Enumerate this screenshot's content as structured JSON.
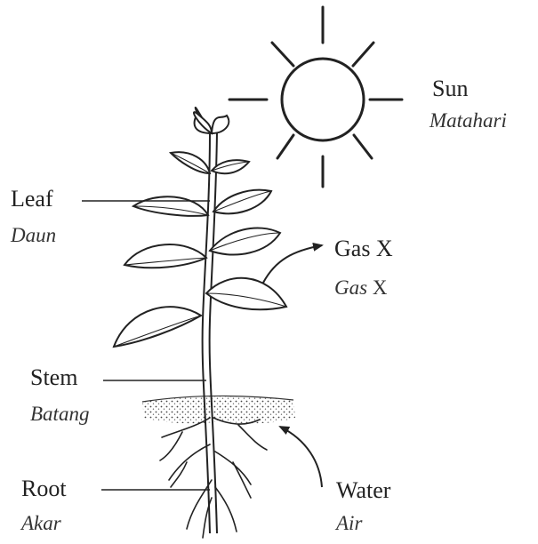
{
  "labels": {
    "sun": {
      "en": "Sun",
      "ms": "Matahari"
    },
    "leaf": {
      "en": "Leaf",
      "ms": "Daun"
    },
    "gas": {
      "en": "Gas X",
      "ms_italic": "Gas",
      "ms_plain": " X"
    },
    "stem": {
      "en": "Stem",
      "ms": "Batang"
    },
    "root": {
      "en": "Root",
      "ms": "Akar"
    },
    "water": {
      "en": "Water",
      "ms": "Air"
    }
  },
  "colors": {
    "ink": "#222222",
    "soil": "#555555",
    "background": "#ffffff"
  }
}
